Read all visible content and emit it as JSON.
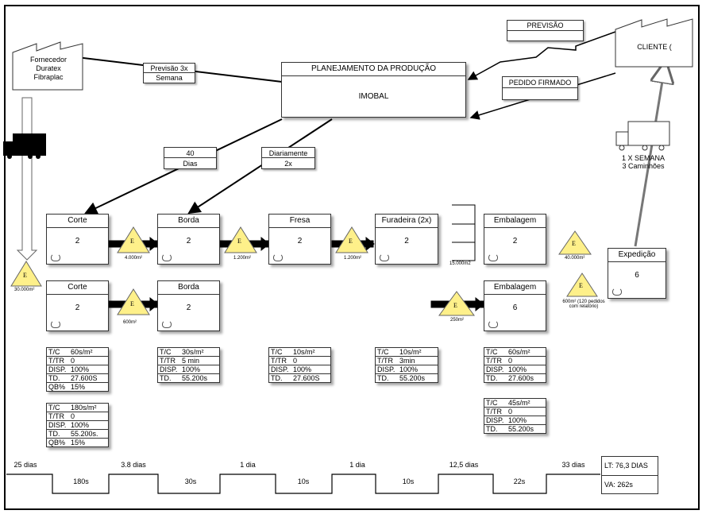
{
  "supplier": {
    "line1": "Fornecedor",
    "line2": "Duratex",
    "line3": "Fibraplac"
  },
  "customer": {
    "name": "CLIENTE ("
  },
  "forecast": {
    "label": "PREVISÃO"
  },
  "firm_order": {
    "label": "PEDIDO FIRMADO"
  },
  "planning": {
    "title": "PLANEJAMENTO DA PRODUÇÃO",
    "system": "IMOBAL"
  },
  "supplier_info": {
    "top": "Previsão 3x",
    "bottom": "Semana"
  },
  "info_40": {
    "top": "40",
    "bottom": "Dias"
  },
  "info_daily": {
    "top": "Diariamente",
    "bottom": "2x"
  },
  "delivery": {
    "line1": "1 X SEMANA",
    "line2": "3 Caminhões"
  },
  "processes": {
    "corte1": {
      "name": "Corte",
      "value": "2"
    },
    "borda1": {
      "name": "Borda",
      "value": "2"
    },
    "fresa": {
      "name": "Fresa",
      "value": "2"
    },
    "furadeira": {
      "name": "Furadeira (2x)",
      "value": "2"
    },
    "embalagem1": {
      "name": "Embalagem",
      "value": "2"
    },
    "corte2": {
      "name": "Corte",
      "value": "2"
    },
    "borda2": {
      "name": "Borda",
      "value": "2"
    },
    "embalagem2": {
      "name": "Embalagem",
      "value": "6"
    },
    "expedicao": {
      "name": "Expedição",
      "value": "6"
    }
  },
  "inventory": {
    "i30000": "30.000m²",
    "i4000": "4.000m²",
    "i1200a": "1.200m²",
    "i1200b": "1.200m²",
    "i15000": "15.000m2",
    "i40000": "40.000m²",
    "i600": "600m²",
    "i250": "250m²",
    "i600b": "600m² (120 pedidos",
    "i600c": "com relatório)",
    "symbol": "E"
  },
  "data_boxes": {
    "corte1": [
      [
        "T/C",
        "60s/m²"
      ],
      [
        "T/TR",
        "0"
      ],
      [
        "DISP.",
        "100%"
      ],
      [
        "TD.",
        "27.600S"
      ],
      [
        "QB%",
        "15%"
      ]
    ],
    "borda": [
      [
        "T/C",
        "30s/m²"
      ],
      [
        "T/TR",
        "5 min"
      ],
      [
        "DISP.",
        "100%"
      ],
      [
        "TD.",
        "55.200s"
      ]
    ],
    "fresa": [
      [
        "T/C",
        "10s/m²"
      ],
      [
        "T/TR",
        "0"
      ],
      [
        "DISP.",
        "100%"
      ],
      [
        "TD.",
        "27.600S"
      ]
    ],
    "furadeira": [
      [
        "T/C",
        "10s/m²"
      ],
      [
        "T/TR",
        "3min"
      ],
      [
        "DISP.",
        "100%"
      ],
      [
        "TD.",
        "55.200s"
      ]
    ],
    "embalagem1": [
      [
        "T/C",
        "60s/m²"
      ],
      [
        "T/TR",
        "0"
      ],
      [
        "DISP.",
        "100%"
      ],
      [
        "TD.",
        "27.600s"
      ]
    ],
    "corte2": [
      [
        "T/C",
        "180s/m²"
      ],
      [
        "T/TR",
        "0"
      ],
      [
        "DISP.",
        "100%"
      ],
      [
        "TD.",
        "55.200s."
      ],
      [
        "QB%",
        "15%"
      ]
    ],
    "embalagem2": [
      [
        "T/C",
        "45s/m²"
      ],
      [
        "T/TR",
        "0"
      ],
      [
        "DISP.",
        "100%"
      ],
      [
        "TD.",
        "55.200s"
      ]
    ]
  },
  "timeline": {
    "wait": [
      "25 dias",
      "3.8 dias",
      "1 dia",
      "1 dia",
      "12,5 dias",
      "33 dias"
    ],
    "process": [
      "180s",
      "30s",
      "10s",
      "10s",
      "22s"
    ],
    "lead_time": "LT: 76,3 DIAS",
    "value_added": "VA: 262s"
  }
}
